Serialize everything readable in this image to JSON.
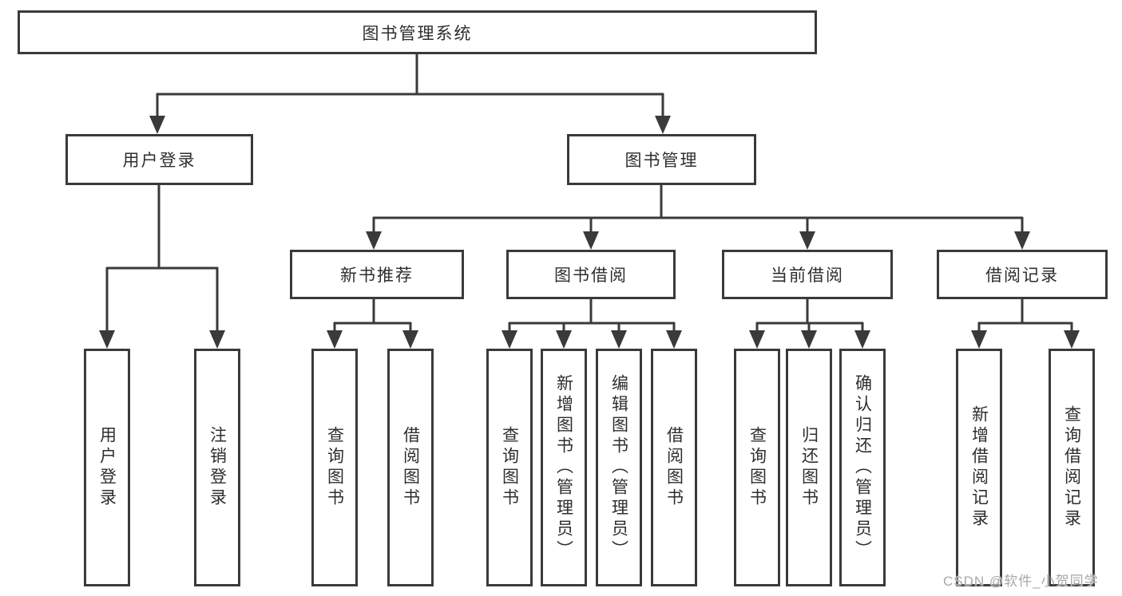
{
  "tree": {
    "label": "图书管理系统",
    "children": [
      {
        "label": "用户登录",
        "children": [
          {
            "label": "用户登录"
          },
          {
            "label": "注销登录"
          }
        ]
      },
      {
        "label": "图书管理",
        "children": [
          {
            "label": "新书推荐",
            "children": [
              {
                "label": "查询图书"
              },
              {
                "label": "借阅图书"
              }
            ]
          },
          {
            "label": "图书借阅",
            "children": [
              {
                "label": "查询图书"
              },
              {
                "label": "新增图书（管理员）"
              },
              {
                "label": "编辑图书（管理员）"
              },
              {
                "label": "借阅图书"
              }
            ]
          },
          {
            "label": "当前借阅",
            "children": [
              {
                "label": "查询图书"
              },
              {
                "label": "归还图书"
              },
              {
                "label": "确认归还（管理员）"
              }
            ]
          },
          {
            "label": "借阅记录",
            "children": [
              {
                "label": "新增借阅记录"
              },
              {
                "label": "查询借阅记录"
              }
            ]
          }
        ]
      }
    ]
  },
  "watermark": "CSDN @软件_小贺同学",
  "colors": {
    "line": "#3a3a3a",
    "text": "#2e2e2e",
    "bg": "#ffffff",
    "watermark": "#a8a8a8"
  }
}
